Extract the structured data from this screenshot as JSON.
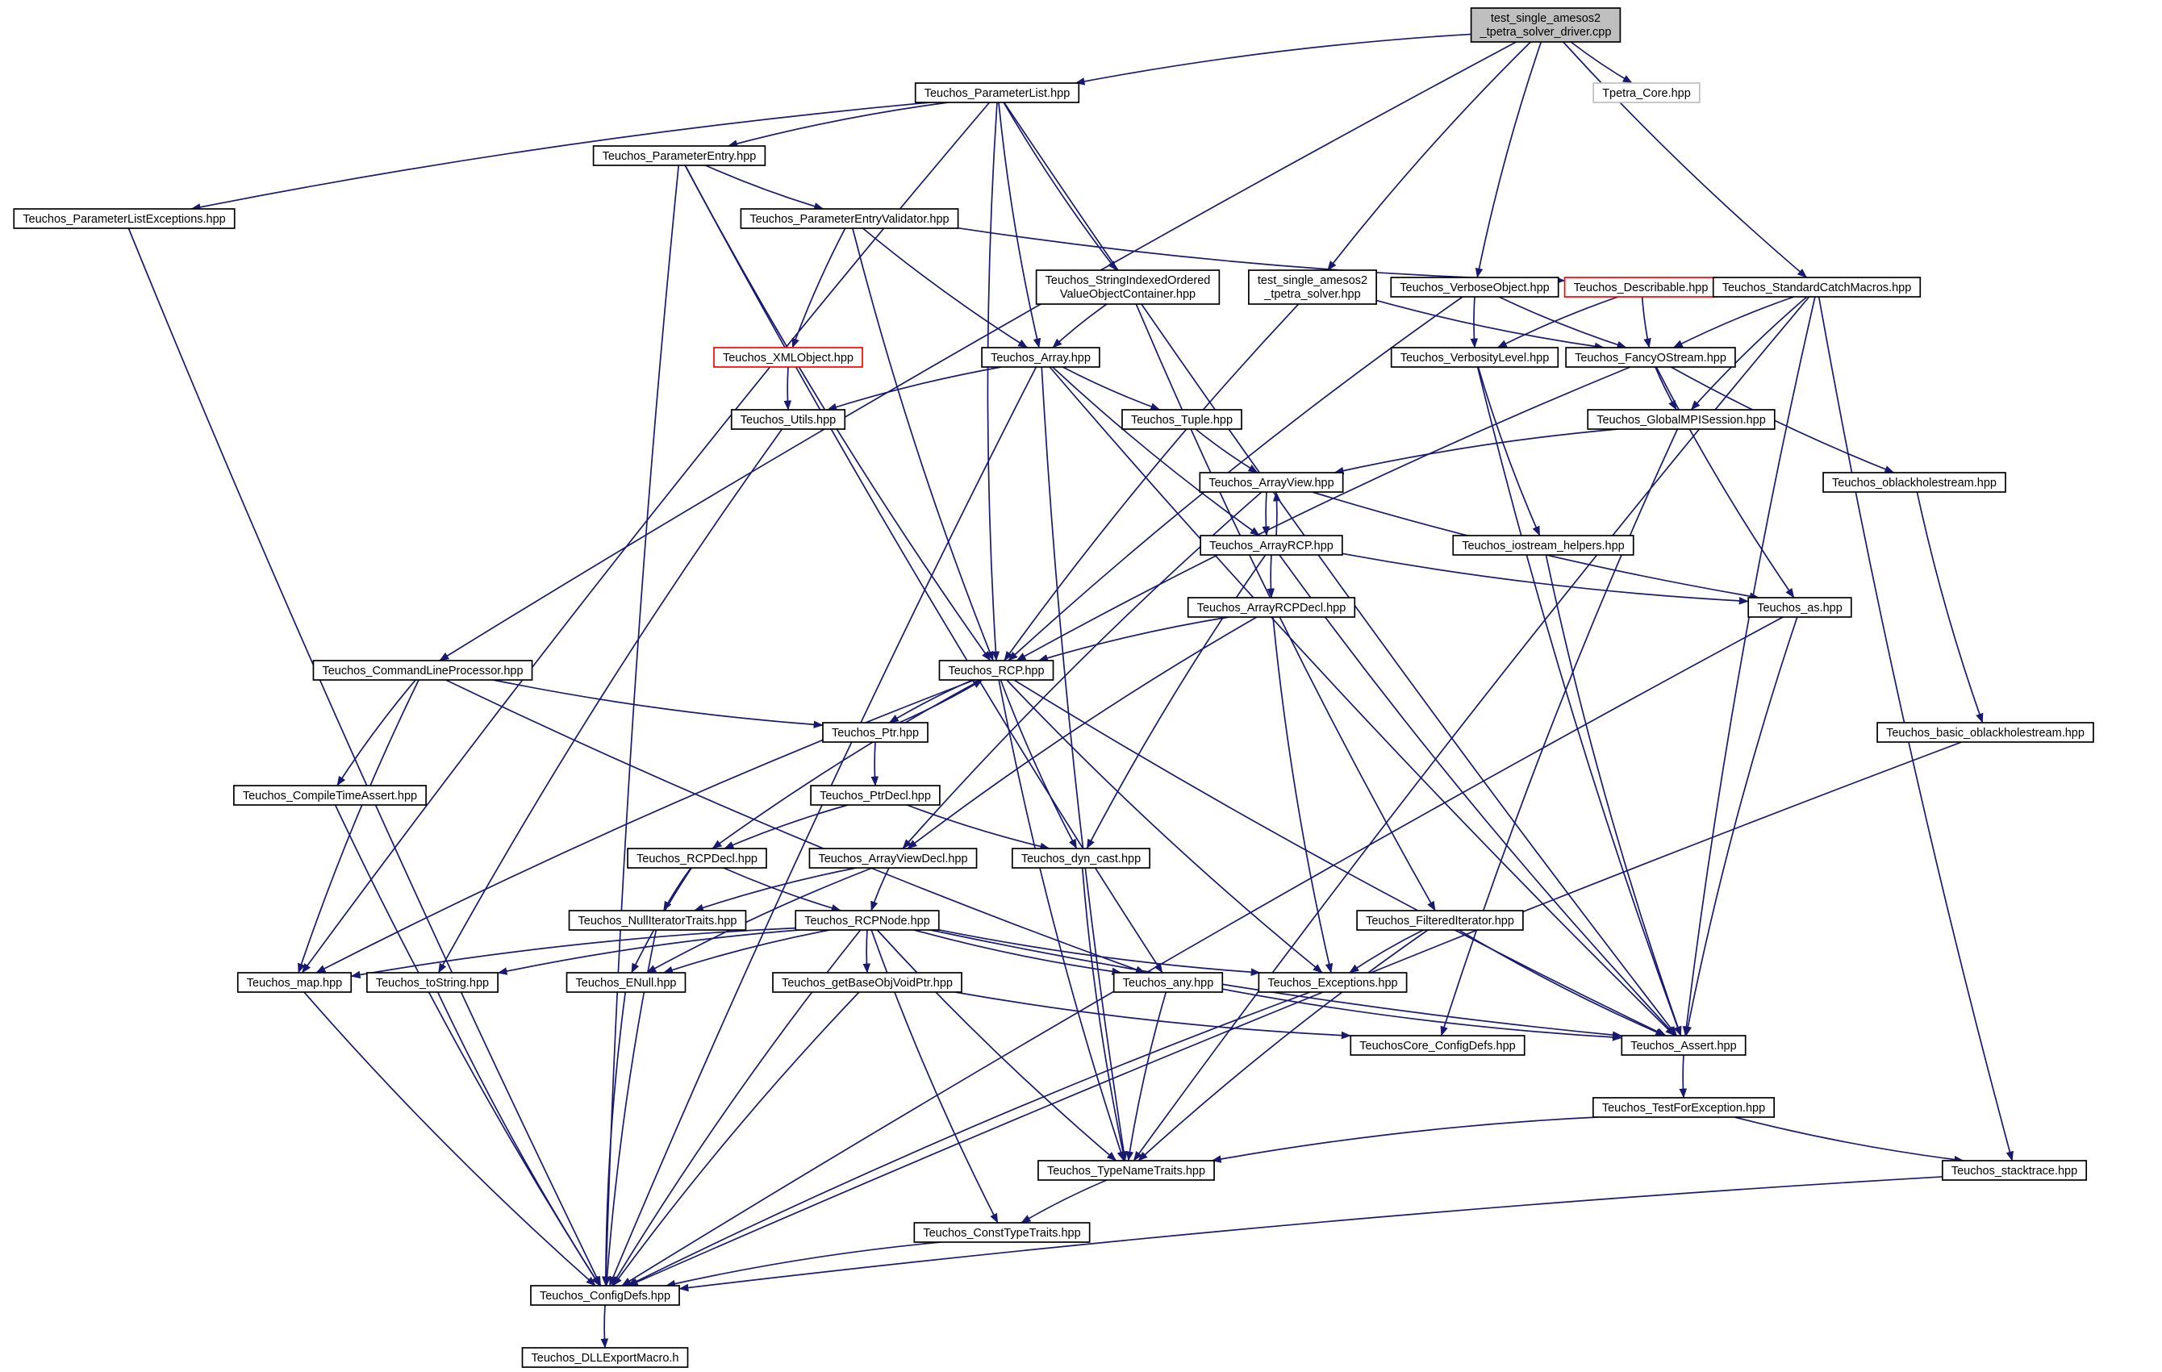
{
  "nodes": [
    {
      "id": "n_root",
      "label": [
        "test_single_amesos2",
        "_tpetra_solver_driver.cpp"
      ],
      "style": "root"
    },
    {
      "id": "n_param_list",
      "label": [
        "Teuchos_ParameterList.hpp"
      ],
      "style": "plain"
    },
    {
      "id": "n_tpetra_core",
      "label": [
        "Tpetra_Core.hpp"
      ],
      "style": "gray"
    },
    {
      "id": "n_param_list_exc",
      "label": [
        "Teuchos_ParameterListExceptions.hpp"
      ],
      "style": "plain"
    },
    {
      "id": "n_param_entry",
      "label": [
        "Teuchos_ParameterEntry.hpp"
      ],
      "style": "plain"
    },
    {
      "id": "n_param_entry_validator",
      "label": [
        "Teuchos_ParameterEntryValidator.hpp"
      ],
      "style": "plain"
    },
    {
      "id": "n_string_indexed",
      "label": [
        "Teuchos_StringIndexedOrdered",
        "ValueObjectContainer.hpp"
      ],
      "style": "plain"
    },
    {
      "id": "n_test_solver",
      "label": [
        "test_single_amesos2",
        "_tpetra_solver.hpp"
      ],
      "style": "plain"
    },
    {
      "id": "n_verbose_object",
      "label": [
        "Teuchos_VerboseObject.hpp"
      ],
      "style": "plain"
    },
    {
      "id": "n_describable",
      "label": [
        "Teuchos_Describable.hpp"
      ],
      "style": "red"
    },
    {
      "id": "n_std_catch",
      "label": [
        "Teuchos_StandardCatchMacros.hpp"
      ],
      "style": "plain"
    },
    {
      "id": "n_xml_object",
      "label": [
        "Teuchos_XMLObject.hpp"
      ],
      "style": "red"
    },
    {
      "id": "n_array",
      "label": [
        "Teuchos_Array.hpp"
      ],
      "style": "plain"
    },
    {
      "id": "n_verbosity",
      "label": [
        "Teuchos_VerbosityLevel.hpp"
      ],
      "style": "plain"
    },
    {
      "id": "n_fancy",
      "label": [
        "Teuchos_FancyOStream.hpp"
      ],
      "style": "plain"
    },
    {
      "id": "n_utils",
      "label": [
        "Teuchos_Utils.hpp"
      ],
      "style": "plain"
    },
    {
      "id": "n_tuple",
      "label": [
        "Teuchos_Tuple.hpp"
      ],
      "style": "plain"
    },
    {
      "id": "n_global_mpi",
      "label": [
        "Teuchos_GlobalMPISession.hpp"
      ],
      "style": "plain"
    },
    {
      "id": "n_arrayview",
      "label": [
        "Teuchos_ArrayView.hpp"
      ],
      "style": "plain"
    },
    {
      "id": "n_oblackhole",
      "label": [
        "Teuchos_oblackholestream.hpp"
      ],
      "style": "plain"
    },
    {
      "id": "n_arrayrcp",
      "label": [
        "Teuchos_ArrayRCP.hpp"
      ],
      "style": "plain"
    },
    {
      "id": "n_iostream",
      "label": [
        "Teuchos_iostream_helpers.hpp"
      ],
      "style": "plain"
    },
    {
      "id": "n_arrayrcpdecl",
      "label": [
        "Teuchos_ArrayRCPDecl.hpp"
      ],
      "style": "plain"
    },
    {
      "id": "n_as",
      "label": [
        "Teuchos_as.hpp"
      ],
      "style": "plain"
    },
    {
      "id": "n_cmdline",
      "label": [
        "Teuchos_CommandLineProcessor.hpp"
      ],
      "style": "plain"
    },
    {
      "id": "n_rcp",
      "label": [
        "Teuchos_RCP.hpp"
      ],
      "style": "plain"
    },
    {
      "id": "n_ptr",
      "label": [
        "Teuchos_Ptr.hpp"
      ],
      "style": "plain"
    },
    {
      "id": "n_basic_oblackhole",
      "label": [
        "Teuchos_basic_oblackholestream.hpp"
      ],
      "style": "plain"
    },
    {
      "id": "n_compile_time_assert",
      "label": [
        "Teuchos_CompileTimeAssert.hpp"
      ],
      "style": "plain"
    },
    {
      "id": "n_ptrdecl",
      "label": [
        "Teuchos_PtrDecl.hpp"
      ],
      "style": "plain"
    },
    {
      "id": "n_rcpdecl",
      "label": [
        "Teuchos_RCPDecl.hpp"
      ],
      "style": "plain"
    },
    {
      "id": "n_arrayviewdecl",
      "label": [
        "Teuchos_ArrayViewDecl.hpp"
      ],
      "style": "plain"
    },
    {
      "id": "n_dyn_cast",
      "label": [
        "Teuchos_dyn_cast.hpp"
      ],
      "style": "plain"
    },
    {
      "id": "n_null_iter",
      "label": [
        "Teuchos_NullIteratorTraits.hpp"
      ],
      "style": "plain"
    },
    {
      "id": "n_rcpnode",
      "label": [
        "Teuchos_RCPNode.hpp"
      ],
      "style": "plain"
    },
    {
      "id": "n_filtered_iter",
      "label": [
        "Teuchos_FilteredIterator.hpp"
      ],
      "style": "plain"
    },
    {
      "id": "n_map",
      "label": [
        "Teuchos_map.hpp"
      ],
      "style": "plain"
    },
    {
      "id": "n_tostring",
      "label": [
        "Teuchos_toString.hpp"
      ],
      "style": "plain"
    },
    {
      "id": "n_enull",
      "label": [
        "Teuchos_ENull.hpp"
      ],
      "style": "plain"
    },
    {
      "id": "n_get_base",
      "label": [
        "Teuchos_getBaseObjVoidPtr.hpp"
      ],
      "style": "plain"
    },
    {
      "id": "n_any",
      "label": [
        "Teuchos_any.hpp"
      ],
      "style": "plain"
    },
    {
      "id": "n_exceptions",
      "label": [
        "Teuchos_Exceptions.hpp"
      ],
      "style": "plain"
    },
    {
      "id": "n_core_config",
      "label": [
        "TeuchosCore_ConfigDefs.hpp"
      ],
      "style": "plain"
    },
    {
      "id": "n_assert",
      "label": [
        "Teuchos_Assert.hpp"
      ],
      "style": "plain"
    },
    {
      "id": "n_test_for_exc",
      "label": [
        "Teuchos_TestForException.hpp"
      ],
      "style": "plain"
    },
    {
      "id": "n_typename",
      "label": [
        "Teuchos_TypeNameTraits.hpp"
      ],
      "style": "plain"
    },
    {
      "id": "n_stacktrace",
      "label": [
        "Teuchos_stacktrace.hpp"
      ],
      "style": "plain"
    },
    {
      "id": "n_const_type",
      "label": [
        "Teuchos_ConstTypeTraits.hpp"
      ],
      "style": "plain"
    },
    {
      "id": "n_config_defs",
      "label": [
        "Teuchos_ConfigDefs.hpp"
      ],
      "style": "plain"
    },
    {
      "id": "n_dll_export",
      "label": [
        "Teuchos_DLLExportMacro.h"
      ],
      "style": "plain"
    }
  ],
  "edges": [
    [
      "n_root",
      "n_param_list"
    ],
    [
      "n_root",
      "n_tpetra_core"
    ],
    [
      "n_root",
      "n_test_solver"
    ],
    [
      "n_root",
      "n_verbose_object"
    ],
    [
      "n_root",
      "n_std_catch"
    ],
    [
      "n_root",
      "n_cmdline"
    ],
    [
      "n_param_list",
      "n_param_list_exc"
    ],
    [
      "n_param_list",
      "n_param_entry"
    ],
    [
      "n_param_list",
      "n_string_indexed"
    ],
    [
      "n_param_list",
      "n_array"
    ],
    [
      "n_param_list",
      "n_rcp"
    ],
    [
      "n_param_list",
      "n_map"
    ],
    [
      "n_param_list",
      "n_assert"
    ],
    [
      "n_param_list_exc",
      "n_config_defs"
    ],
    [
      "n_param_entry",
      "n_param_entry_validator"
    ],
    [
      "n_param_entry",
      "n_config_defs"
    ],
    [
      "n_param_entry",
      "n_rcp"
    ],
    [
      "n_param_entry",
      "n_any"
    ],
    [
      "n_param_entry_validator",
      "n_xml_object"
    ],
    [
      "n_param_entry_validator",
      "n_array"
    ],
    [
      "n_param_entry_validator",
      "n_rcp"
    ],
    [
      "n_param_entry_validator",
      "n_describable"
    ],
    [
      "n_string_indexed",
      "n_array"
    ],
    [
      "n_string_indexed",
      "n_filtered_iter"
    ],
    [
      "n_test_solver",
      "n_fancy"
    ],
    [
      "n_test_solver",
      "n_rcp"
    ],
    [
      "n_verbose_object",
      "n_verbosity"
    ],
    [
      "n_verbose_object",
      "n_fancy"
    ],
    [
      "n_verbose_object",
      "n_rcp"
    ],
    [
      "n_describable",
      "n_verbosity"
    ],
    [
      "n_describable",
      "n_fancy"
    ],
    [
      "n_std_catch",
      "n_fancy"
    ],
    [
      "n_std_catch",
      "n_global_mpi"
    ],
    [
      "n_std_catch",
      "n_assert"
    ],
    [
      "n_std_catch",
      "n_stacktrace"
    ],
    [
      "n_std_catch",
      "n_typename"
    ],
    [
      "n_xml_object",
      "n_utils"
    ],
    [
      "n_array",
      "n_utils"
    ],
    [
      "n_array",
      "n_tuple"
    ],
    [
      "n_array",
      "n_arrayrcp"
    ],
    [
      "n_array",
      "n_assert"
    ],
    [
      "n_array",
      "n_typename"
    ],
    [
      "n_array",
      "n_config_defs"
    ],
    [
      "n_verbosity",
      "n_iostream"
    ],
    [
      "n_verbosity",
      "n_assert"
    ],
    [
      "n_fancy",
      "n_global_mpi"
    ],
    [
      "n_fancy",
      "n_oblackhole"
    ],
    [
      "n_fancy",
      "n_as"
    ],
    [
      "n_fancy",
      "n_rcp"
    ],
    [
      "n_utils",
      "n_tostring"
    ],
    [
      "n_tuple",
      "n_arrayview"
    ],
    [
      "n_global_mpi",
      "n_arrayview"
    ],
    [
      "n_global_mpi",
      "n_core_config"
    ],
    [
      "n_arrayview",
      "n_arrayrcp"
    ],
    [
      "n_arrayview",
      "n_arrayviewdecl"
    ],
    [
      "n_arrayview",
      "n_as"
    ],
    [
      "n_arrayrcp",
      "n_arrayview"
    ],
    [
      "n_arrayrcp",
      "n_arrayrcpdecl"
    ],
    [
      "n_arrayrcp",
      "n_as"
    ],
    [
      "n_arrayrcp",
      "n_dyn_cast"
    ],
    [
      "n_arrayrcp",
      "n_assert"
    ],
    [
      "n_oblackhole",
      "n_basic_oblackhole"
    ],
    [
      "n_iostream",
      "n_assert"
    ],
    [
      "n_arrayrcpdecl",
      "n_rcp"
    ],
    [
      "n_arrayrcpdecl",
      "n_arrayviewdecl"
    ],
    [
      "n_arrayrcpdecl",
      "n_exceptions"
    ],
    [
      "n_as",
      "n_assert"
    ],
    [
      "n_as",
      "n_config_defs"
    ],
    [
      "n_cmdline",
      "n_ptr"
    ],
    [
      "n_cmdline",
      "n_compile_time_assert"
    ],
    [
      "n_cmdline",
      "n_map"
    ],
    [
      "n_cmdline",
      "n_any"
    ],
    [
      "n_rcp",
      "n_ptr"
    ],
    [
      "n_rcp",
      "n_rcpdecl"
    ],
    [
      "n_rcp",
      "n_dyn_cast"
    ],
    [
      "n_rcp",
      "n_typename"
    ],
    [
      "n_rcp",
      "n_exceptions"
    ],
    [
      "n_rcp",
      "n_assert"
    ],
    [
      "n_rcp",
      "n_map"
    ],
    [
      "n_ptr",
      "n_rcp"
    ],
    [
      "n_ptr",
      "n_ptrdecl"
    ],
    [
      "n_basic_oblackhole",
      "n_config_defs"
    ],
    [
      "n_compile_time_assert",
      "n_config_defs"
    ],
    [
      "n_ptrdecl",
      "n_rcpdecl"
    ],
    [
      "n_ptrdecl",
      "n_dyn_cast"
    ],
    [
      "n_rcpdecl",
      "n_null_iter"
    ],
    [
      "n_rcpdecl",
      "n_rcpnode"
    ],
    [
      "n_rcpdecl",
      "n_enull"
    ],
    [
      "n_arrayviewdecl",
      "n_null_iter"
    ],
    [
      "n_arrayviewdecl",
      "n_rcpnode"
    ],
    [
      "n_arrayviewdecl",
      "n_enull"
    ],
    [
      "n_dyn_cast",
      "n_typename"
    ],
    [
      "n_null_iter",
      "n_config_defs"
    ],
    [
      "n_rcpnode",
      "n_map"
    ],
    [
      "n_rcpnode",
      "n_tostring"
    ],
    [
      "n_rcpnode",
      "n_enull"
    ],
    [
      "n_rcpnode",
      "n_get_base"
    ],
    [
      "n_rcpnode",
      "n_any"
    ],
    [
      "n_rcpnode",
      "n_exceptions"
    ],
    [
      "n_rcpnode",
      "n_assert"
    ],
    [
      "n_rcpnode",
      "n_typename"
    ],
    [
      "n_rcpnode",
      "n_const_type"
    ],
    [
      "n_rcpnode",
      "n_config_defs"
    ],
    [
      "n_filtered_iter",
      "n_exceptions"
    ],
    [
      "n_filtered_iter",
      "n_assert"
    ],
    [
      "n_filtered_iter",
      "n_typename"
    ],
    [
      "n_map",
      "n_config_defs"
    ],
    [
      "n_tostring",
      "n_config_defs"
    ],
    [
      "n_enull",
      "n_config_defs"
    ],
    [
      "n_get_base",
      "n_core_config"
    ],
    [
      "n_get_base",
      "n_config_defs"
    ],
    [
      "n_any",
      "n_assert"
    ],
    [
      "n_any",
      "n_typename"
    ],
    [
      "n_exceptions",
      "n_config_defs"
    ],
    [
      "n_assert",
      "n_test_for_exc"
    ],
    [
      "n_test_for_exc",
      "n_typename"
    ],
    [
      "n_test_for_exc",
      "n_stacktrace"
    ],
    [
      "n_typename",
      "n_const_type"
    ],
    [
      "n_stacktrace",
      "n_config_defs"
    ],
    [
      "n_const_type",
      "n_config_defs"
    ],
    [
      "n_config_defs",
      "n_dll_export"
    ]
  ],
  "colors": {
    "edge": "#191970",
    "root_fill": "#bfbfbf",
    "node_border": "#000000",
    "node_border_incomplete": "#ff0000",
    "node_border_external": "#bfbfbf"
  }
}
